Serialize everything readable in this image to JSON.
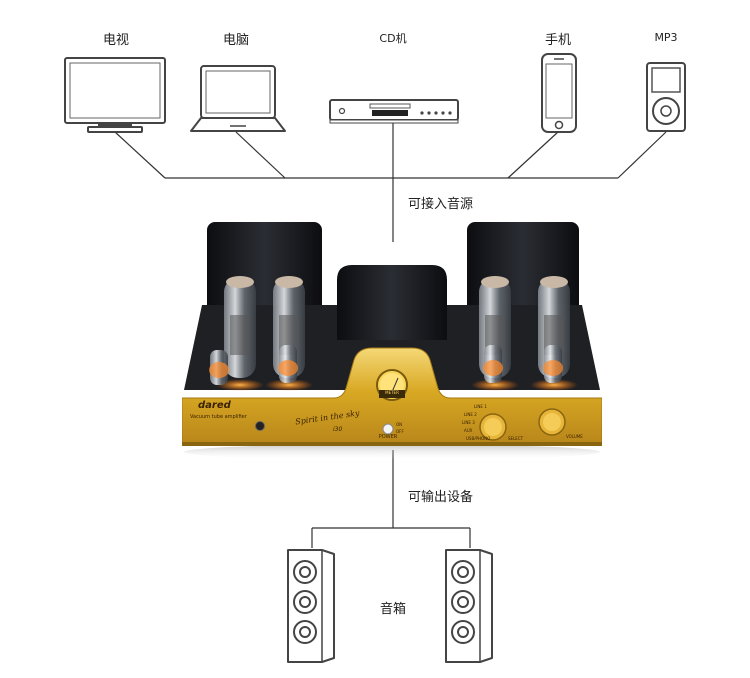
{
  "sources": [
    {
      "id": "tv",
      "label": "电视",
      "icon": "tv-icon"
    },
    {
      "id": "laptop",
      "label": "电脑",
      "icon": "laptop-icon"
    },
    {
      "id": "cd",
      "label": "CD机",
      "icon": "cd-player-icon"
    },
    {
      "id": "phone",
      "label": "手机",
      "icon": "smartphone-icon"
    },
    {
      "id": "mp3",
      "label": "MP3",
      "icon": "mp3-player-icon"
    }
  ],
  "input_label": "可接入音源",
  "output_label": "可输出设备",
  "speakers_label": "音箱",
  "amplifier": {
    "brand": "dared",
    "subtitle": "Vacuum tube amplifier",
    "script": "Spirit in the sky",
    "model": "i30",
    "power_label": "POWER",
    "on_label": "ON",
    "off_label": "OFF",
    "meter_label": "METER",
    "select_label": "SELECT",
    "volume_label": "VOLUME",
    "input_labels": [
      "LINE 1",
      "LINE 2",
      "LINE 3",
      "AUX",
      "USB/PHONO"
    ],
    "colors": {
      "gold": "#d8a823",
      "gold_light": "#f3cf5c",
      "chassis": "#1e2024",
      "transformer": "#111316"
    }
  },
  "colors": {
    "line": "#333333",
    "device_stroke": "#444444"
  }
}
